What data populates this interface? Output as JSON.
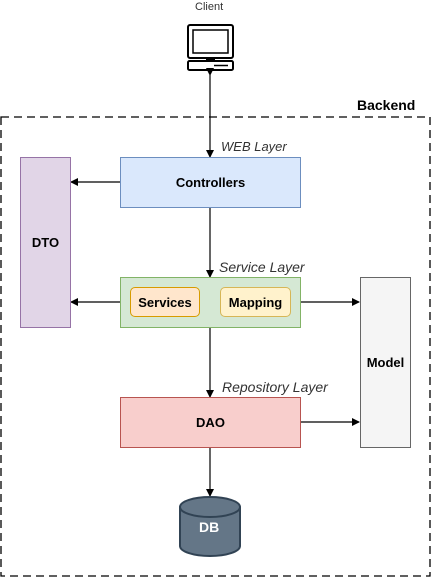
{
  "client": {
    "label": "Client",
    "icon": "computer-monitor-icon"
  },
  "backend": {
    "label": "Backend"
  },
  "layers": {
    "web": "WEB Layer",
    "service": "Service Layer",
    "repository": "Repository Layer"
  },
  "nodes": {
    "controllers": "Controllers",
    "services": "Services",
    "mapping": "Mapping",
    "dao": "DAO",
    "dto": "DTO",
    "model": "Model",
    "db": "DB"
  },
  "colors": {
    "controllers_fill": "#dae8fc",
    "controllers_stroke": "#6c8ebf",
    "service_fill": "#d5e8d4",
    "service_stroke": "#82b366",
    "services_fill": "#ffe6cc",
    "services_stroke": "#d79b00",
    "mapping_fill": "#fff2cc",
    "mapping_stroke": "#d6b656",
    "dao_fill": "#f8cecc",
    "dao_stroke": "#b85450",
    "dto_fill": "#e1d5e7",
    "dto_stroke": "#9673a6",
    "model_fill": "#f5f5f5",
    "model_stroke": "#666666",
    "db_fill": "#647687",
    "db_stroke": "#314354"
  }
}
